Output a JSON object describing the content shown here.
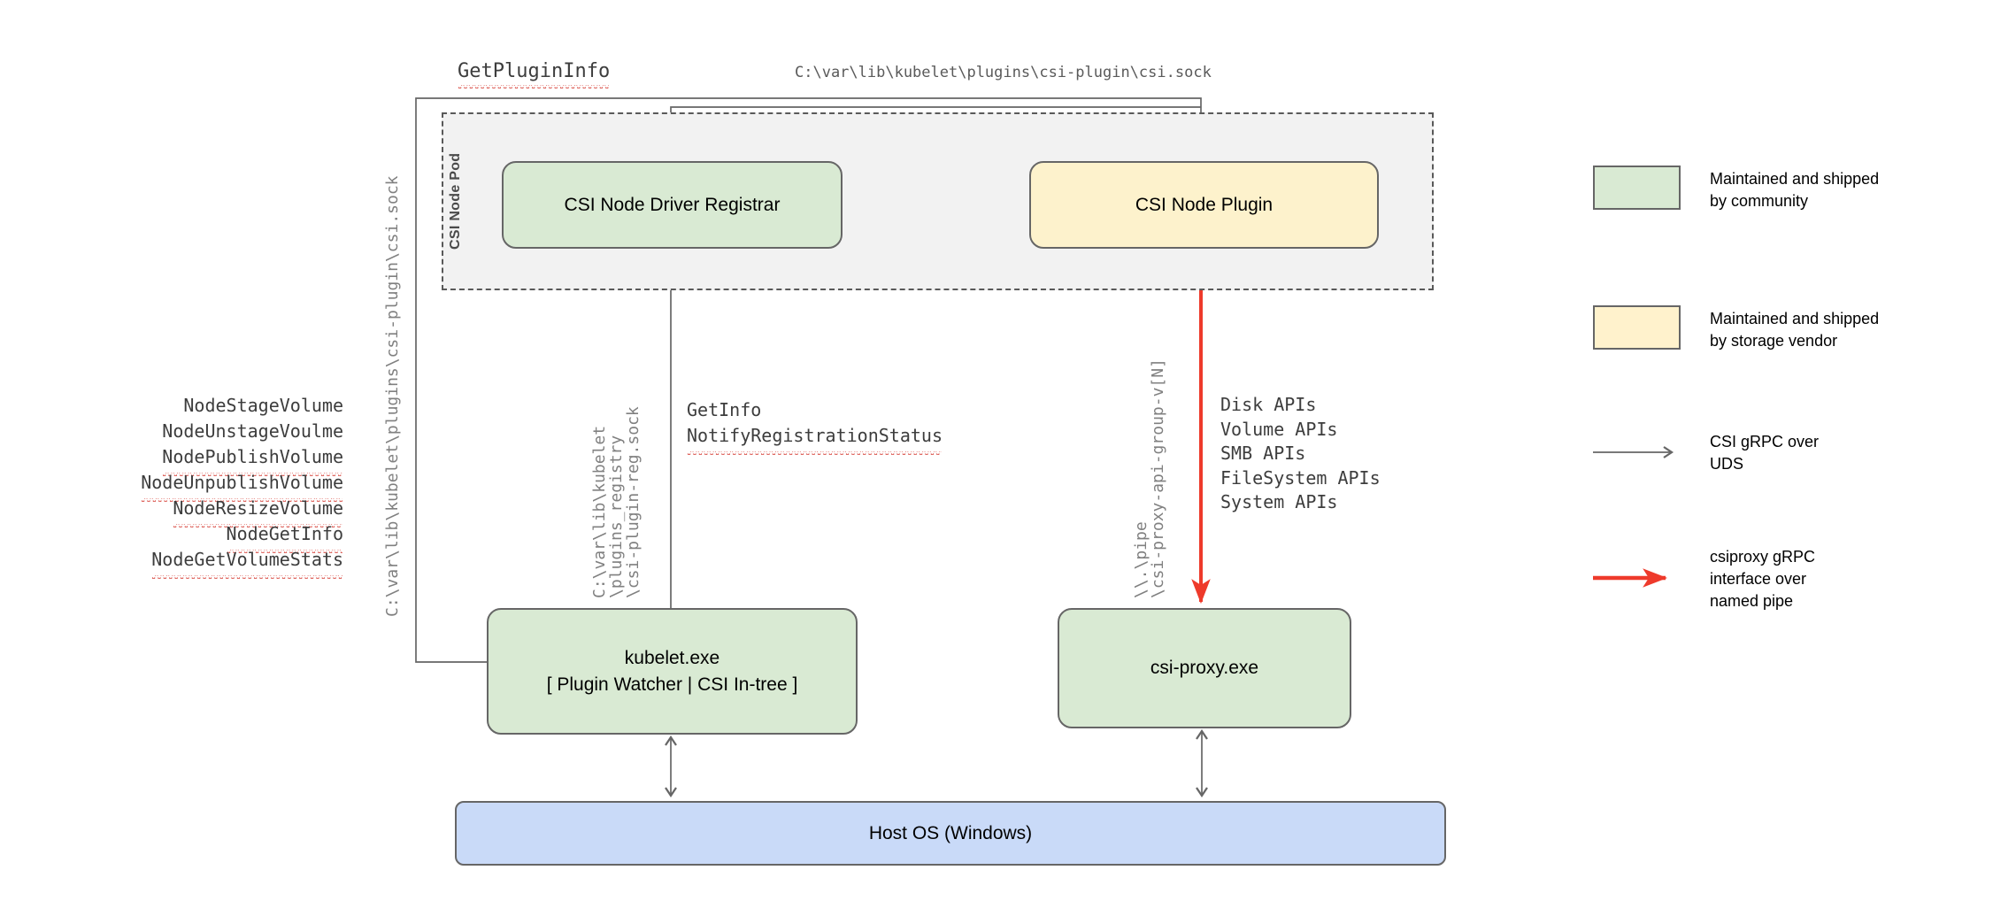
{
  "diagram": {
    "pod_label": "CSI Node Pod",
    "boxes": {
      "registrar": "CSI Node Driver Registrar",
      "plugin": "CSI Node Plugin",
      "kubelet_line1": "kubelet.exe",
      "kubelet_line2": "[ Plugin Watcher | CSI In-tree ]",
      "csi_proxy": "csi-proxy.exe",
      "host_os": "Host OS (Windows)"
    },
    "labels": {
      "get_plugin_info": "GetPluginInfo",
      "csi_sock_path_top": "C:\\var\\lib\\kubelet\\plugins\\csi-plugin\\csi.sock",
      "csi_sock_path_left": "C:\\var\\lib\\kubelet\\plugins\\csi-plugin\\csi.sock",
      "registry_sock_path": "C:\\var\\lib\\kubelet\n\\plugins_registry\n\\csi-plugin-reg.sock",
      "get_info": "GetInfo",
      "notify_registration_status": "NotifyRegistrationStatus",
      "named_pipe_path": "\\\\.\\pipe\n\\csi-proxy-api-group-v[N]"
    },
    "node_calls": [
      {
        "text": "NodeStageVolume",
        "misspelled": false
      },
      {
        "text": "NodeUnstageVoulme",
        "misspelled": false
      },
      {
        "text": "NodePublishVolume",
        "misspelled": true
      },
      {
        "text": "NodeUnpublishVolume",
        "misspelled": true
      },
      {
        "text": "NodeResizeVolume",
        "misspelled": true
      },
      {
        "text": "NodeGetInfo",
        "misspelled": true
      },
      {
        "text": "NodeGetVolumeStats",
        "misspelled": true
      }
    ],
    "api_list": [
      "Disk APIs",
      "Volume APIs",
      "SMB APIs",
      "FileSystem APIs",
      "System APIs"
    ],
    "legend": [
      {
        "swatch": "green",
        "text": "Maintained and shipped\nby community"
      },
      {
        "swatch": "yellow",
        "text": "Maintained and shipped\nby storage vendor"
      },
      {
        "arrow": "gray",
        "text": "CSI gRPC over\nUDS"
      },
      {
        "arrow": "red",
        "text": "csiproxy gRPC\ninterface over\nnamed pipe"
      }
    ],
    "colors": {
      "community_green": "#d9ead3",
      "vendor_yellow": "#fdf2cc",
      "host_blue": "#c9daf8",
      "pod_gray": "#f2f2f2",
      "arrow_gray": "#666666",
      "arrow_red": "#ee3a2b",
      "squiggle_red": "#dd6059"
    }
  }
}
